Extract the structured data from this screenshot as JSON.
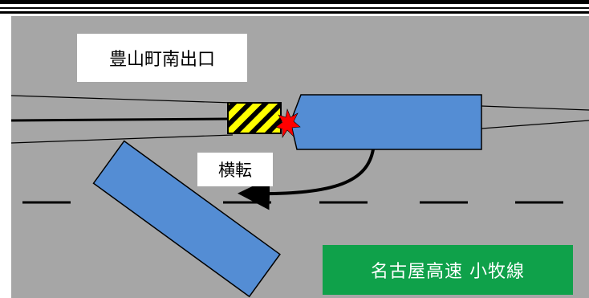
{
  "labels": {
    "exit_name": "豊山町南出口",
    "action": "横転",
    "route_name": "名古屋高速  小牧線"
  },
  "colors": {
    "road": "#a6a6a6",
    "vehicle": "#548dd4",
    "hazard_yellow": "#ffff00",
    "impact": "#ff0000",
    "route_sign": "#0fa14a"
  }
}
